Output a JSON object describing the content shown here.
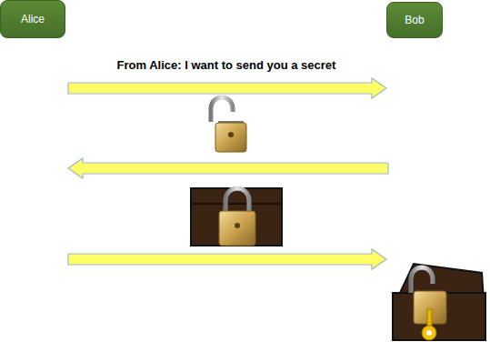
{
  "diagram": {
    "nodes": [
      {
        "text": [
          "Alice"
        ]
      },
      {
        "text": [
          "Bob"
        ]
      }
    ],
    "edges": [
      {
        "from": 0,
        "to": 1,
        "arrow": "to",
        "label": "From Alice: I want to send you a secret"
      },
      {
        "from": 1,
        "to": 0,
        "arrow": "to"
      },
      {
        "from": 0,
        "to": 1,
        "arrow": "to"
      }
    ]
  }
}
